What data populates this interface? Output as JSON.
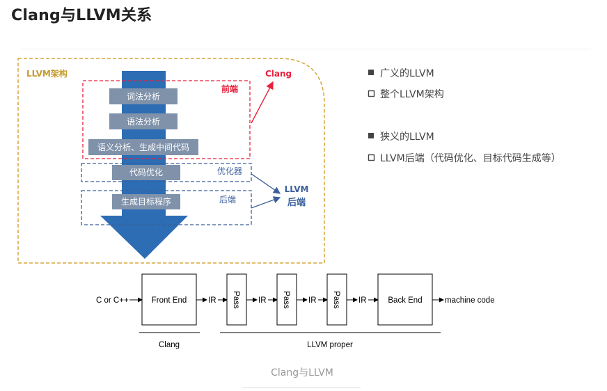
{
  "heading": "Clang与LLVM关系",
  "arch": {
    "label": "LLVM架构",
    "clang_label": "Clang",
    "frontend_label": "前端",
    "optimizer_label": "优化器",
    "backend_label": "后端",
    "llvm_backend_line1": "LLVM",
    "llvm_backend_line2": "后端",
    "stages": [
      "词法分析",
      "语法分析",
      "语义分析、生成中间代码",
      "代码优化",
      "生成目标程序"
    ]
  },
  "legend": [
    {
      "marker": "filled",
      "text": "广义的LLVM"
    },
    {
      "marker": "hollow",
      "text": "整个LLVM架构"
    },
    {
      "marker": "filled",
      "text": "狭义的LLVM"
    },
    {
      "marker": "hollow",
      "text": "LLVM后端（代码优化、目标代码生成等）"
    }
  ],
  "pipeline": {
    "input": "C or C++",
    "front_end": "Front End",
    "ir": "IR",
    "pass": "Pass",
    "back_end": "Back End",
    "output": "machine code",
    "clang_label": "Clang",
    "llvm_proper_label": "LLVM proper"
  },
  "caption": "Clang与LLVM",
  "colors": {
    "arrow_blue": "#2c6db4",
    "stage_box": "#7f92aa",
    "dashed_red": "#e8213d",
    "dashed_blue": "#3b5f9c",
    "outer_dashed": "#d7a53a",
    "label_gold": "#c59a2b"
  }
}
